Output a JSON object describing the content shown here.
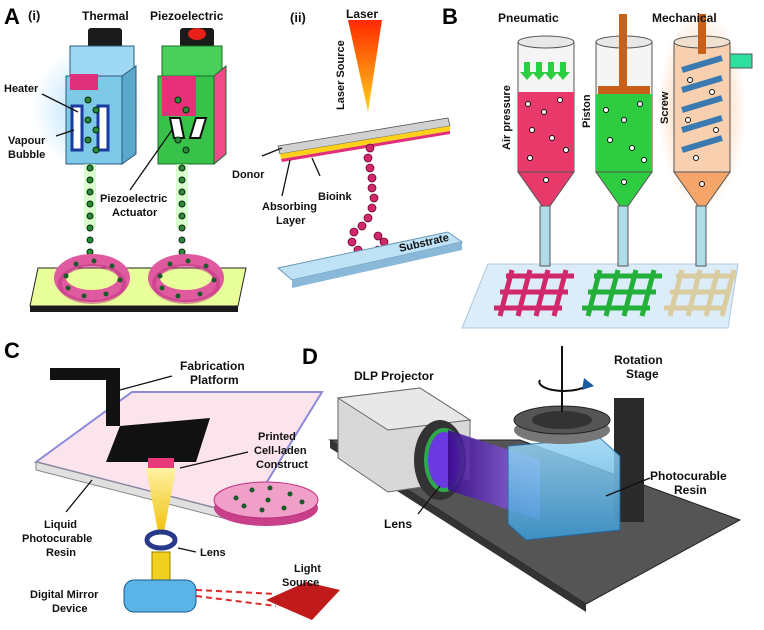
{
  "panels": {
    "A": {
      "letter": "A",
      "i": {
        "numeral": "(i)",
        "thermal": "Thermal",
        "piezoelectric": "Piezoelectric",
        "heater": "Heater",
        "vapour": "Vapour",
        "bubble": "Bubble",
        "piezo_line1": "Piezoelectric",
        "piezo_line2": "Actuator"
      },
      "ii": {
        "numeral": "(ii)",
        "laser": "Laser",
        "laser_source": "Laser Source",
        "donor": "Donor",
        "absorbing_line1": "Absorbing",
        "absorbing_line2": "Layer",
        "bioink": "Bioink",
        "substrate": "Substrate"
      }
    },
    "B": {
      "letter": "B",
      "pneumatic": "Pneumatic",
      "mechanical": "Mechanical",
      "air_pressure": "Air pressure",
      "piston": "Piston",
      "screw": "Screw"
    },
    "C": {
      "letter": "C",
      "fab_line1": "Fabrication",
      "fab_line2": "Platform",
      "printed_line1": "Printed",
      "printed_line2": "Cell-laden",
      "printed_line3": "Construct",
      "liquid_line1": "Liquid",
      "liquid_line2": "Photocurable",
      "liquid_line3": "Resin",
      "lens": "Lens",
      "light_line1": "Light",
      "light_line2": "Source",
      "dmd_line1": "Digital Mirror",
      "dmd_line2": "Device"
    },
    "D": {
      "letter": "D",
      "dlp": "DLP Projector",
      "rotation_line1": "Rotation",
      "rotation_line2": "Stage",
      "photo_line1": "Photocurable",
      "photo_line2": "Resin",
      "lens": "Lens"
    }
  },
  "colors": {
    "thermal_body": "#7ec8e8",
    "piezo_body": "#38c24a",
    "cell_magenta": "#e0307a",
    "cell_green": "#2a8a3a",
    "substrate_yellow": "#d8f06a",
    "syringe_pink": "#e83a6a",
    "syringe_green": "#2ecc40",
    "syringe_orange": "#f5a56a",
    "laser_red": "#ff3b1a",
    "resin_blue": "#5ab4e8",
    "beam_purple": "#6a22c8"
  }
}
